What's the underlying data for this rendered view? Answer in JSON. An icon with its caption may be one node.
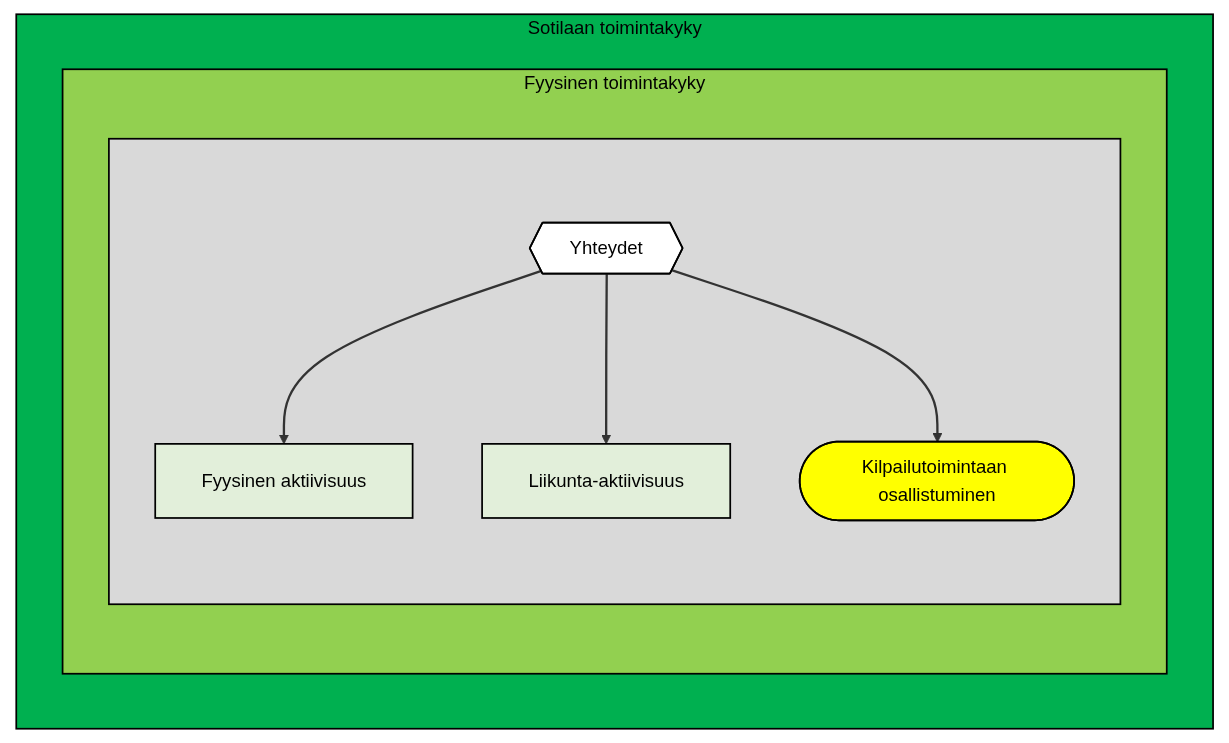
{
  "diagram": {
    "nodes": [
      {
        "text": [
          "Sotilaan toimintakyky"
        ]
      },
      {
        "text": [
          "Fyysinen toimintakyky"
        ],
        "in": 0
      },
      {
        "text": [],
        "shape": "box",
        "in": 1
      },
      {
        "text": [
          "Fyysinen aktiivisuus"
        ],
        "in": 2
      },
      {
        "text": [
          "Yhteydet"
        ],
        "in": 2
      },
      {
        "text": [
          "Liikunta-aktiivisuus"
        ],
        "in": 2
      },
      {
        "text": [
          "Kilpailutoimintaan osallistuminen"
        ],
        "in": 2
      }
    ],
    "edges": [
      {
        "from": 4,
        "to": 3,
        "arrow": "to"
      },
      {
        "from": 4,
        "to": 5,
        "arrow": "to"
      },
      {
        "from": 4,
        "to": 6,
        "arrow": "to"
      }
    ]
  }
}
